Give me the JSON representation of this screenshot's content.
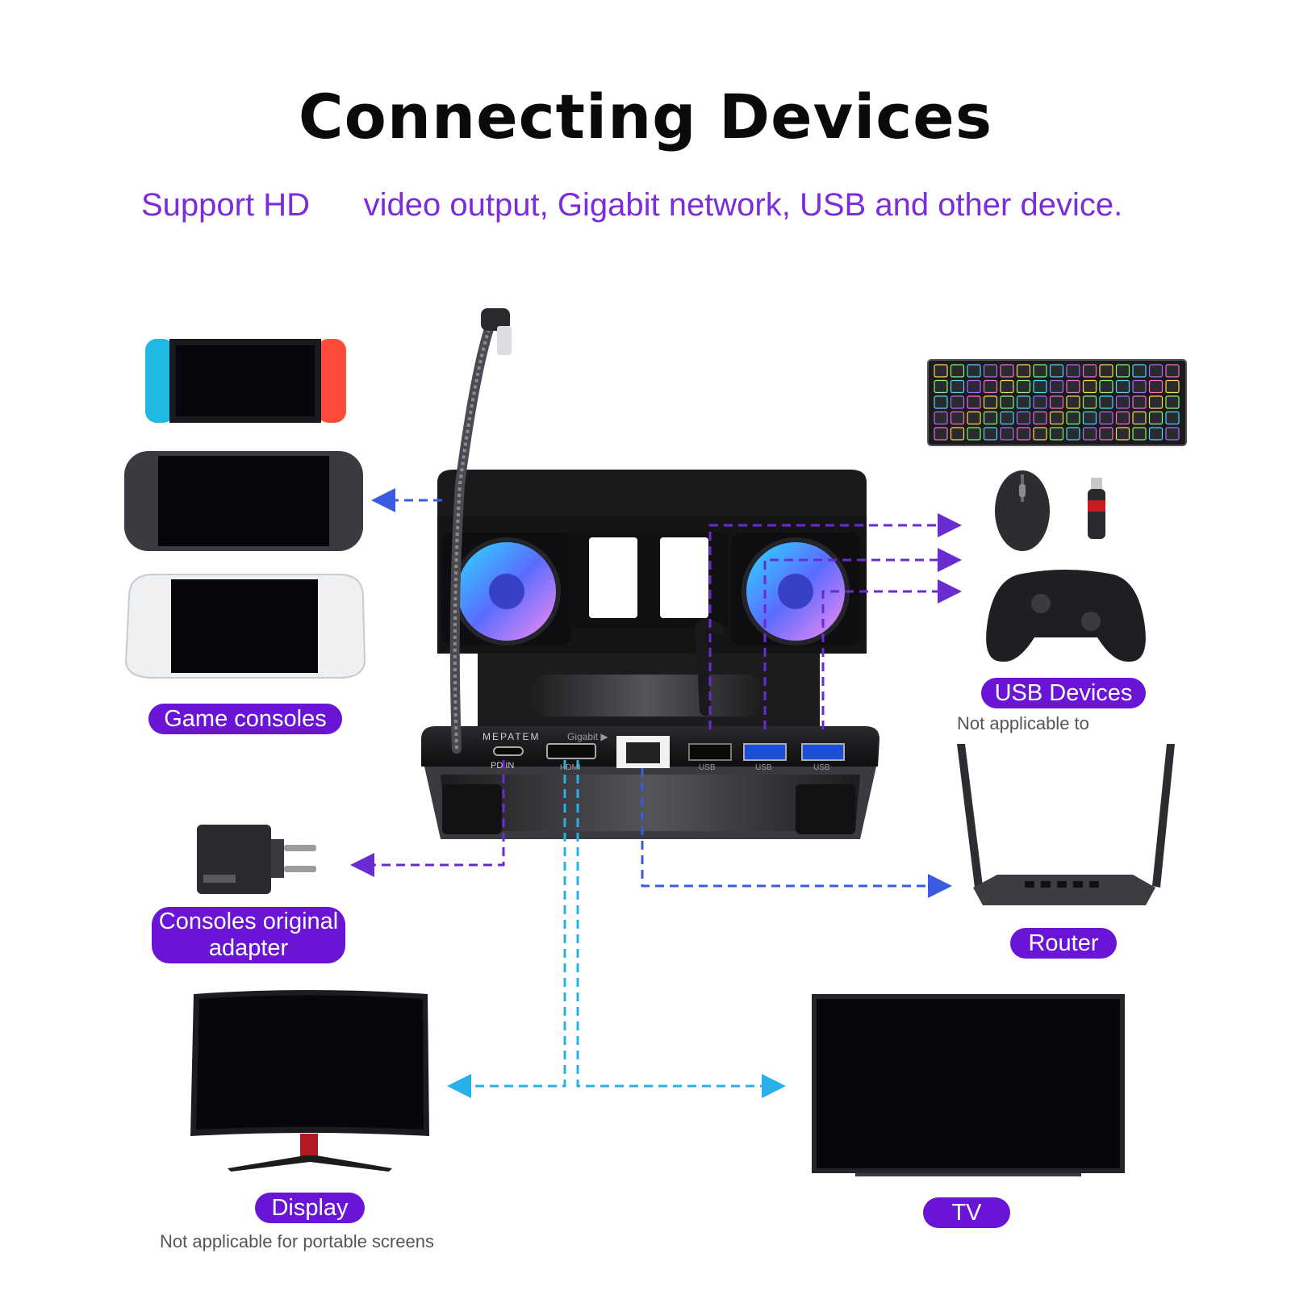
{
  "header": {
    "title": "Connecting Devices",
    "subtitle": "Support HD      video output, Gigabit network, USB and other device."
  },
  "labels": {
    "game_consoles": "Game consoles",
    "adapter_line1": "Consoles original",
    "adapter_line2": "adapter",
    "display": "Display",
    "display_note": "Not applicable for portable screens",
    "usb_devices": "USB Devices",
    "usb_note": "Not applicable to",
    "router": "Router",
    "tv": "TV"
  },
  "dock": {
    "brand": "MEPATEM",
    "gigabit": "Gigabit ▶",
    "pd_in": "PD IN",
    "hdmi": "HDMI",
    "usb1": "USB",
    "usb2": "USB",
    "usb3": "USB"
  },
  "colors": {
    "pill": "#6a14d6",
    "subtitle": "#7c2bdd",
    "arrow_blue": "#3a5be0",
    "arrow_purple": "#6a2bd0",
    "arrow_cyan": "#2ab0e8"
  }
}
